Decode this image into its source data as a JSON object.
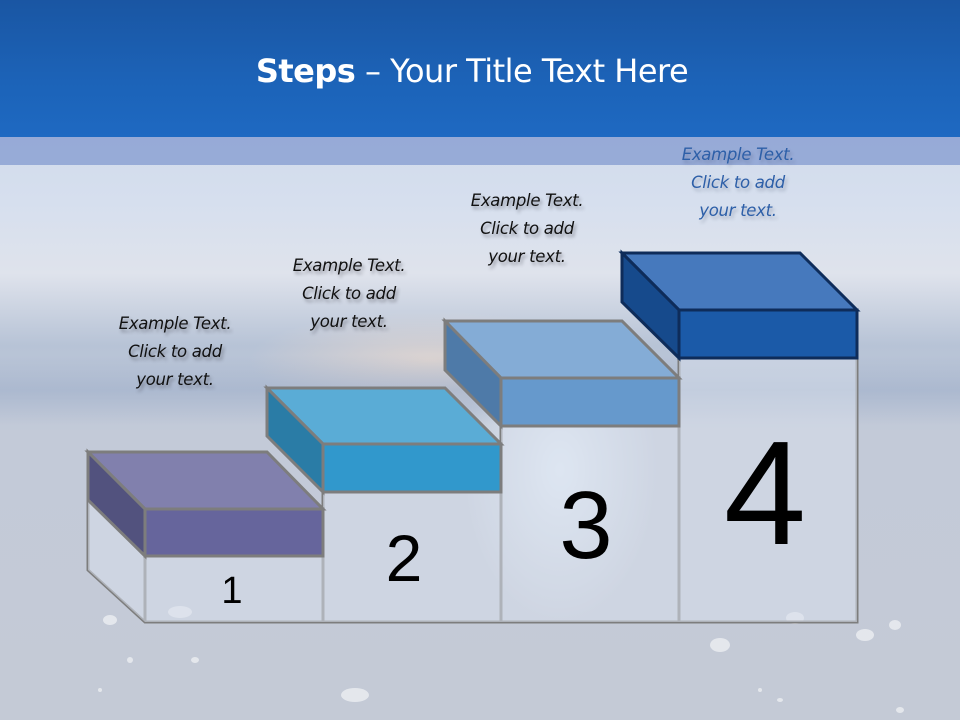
{
  "slide": {
    "title_bold": "Steps",
    "title_rest": " – Your Title Text Here"
  },
  "steps": [
    {
      "number": "1",
      "text_line1": "Example Text.",
      "text_line2": "Click  to add",
      "text_line3": "your text.",
      "colors": {
        "top": "#8180ad",
        "front": "#66659c",
        "side": "#52527e",
        "stroke": "#7d7d7d"
      }
    },
    {
      "number": "2",
      "text_line1": "Example Text.",
      "text_line2": "Click  to add",
      "text_line3": "your text.",
      "colors": {
        "top": "#5aacd6",
        "front": "#3198cc",
        "side": "#2a7ca6",
        "stroke": "#7d7d7d"
      }
    },
    {
      "number": "3",
      "text_line1": "Example Text.",
      "text_line2": "Click  to add",
      "text_line3": "your text.",
      "colors": {
        "top": "#84acd6",
        "front": "#6699cc",
        "side": "#4e7aa8",
        "stroke": "#7d7d7d"
      }
    },
    {
      "number": "4",
      "text_line1": "Example Text.",
      "text_line2": "Click  to add",
      "text_line3": "your text.",
      "colors": {
        "top": "#4679bd",
        "front": "#1b5aa8",
        "side": "#164a8c",
        "stroke": "#0e2c5a"
      }
    }
  ],
  "theme": {
    "header_color": "#1c63b8",
    "band_color": "#93a8d6",
    "label_text_color": "#111111",
    "highlight_label_color": "#2d5fa8",
    "frame_stroke": "#7d7d7d"
  }
}
